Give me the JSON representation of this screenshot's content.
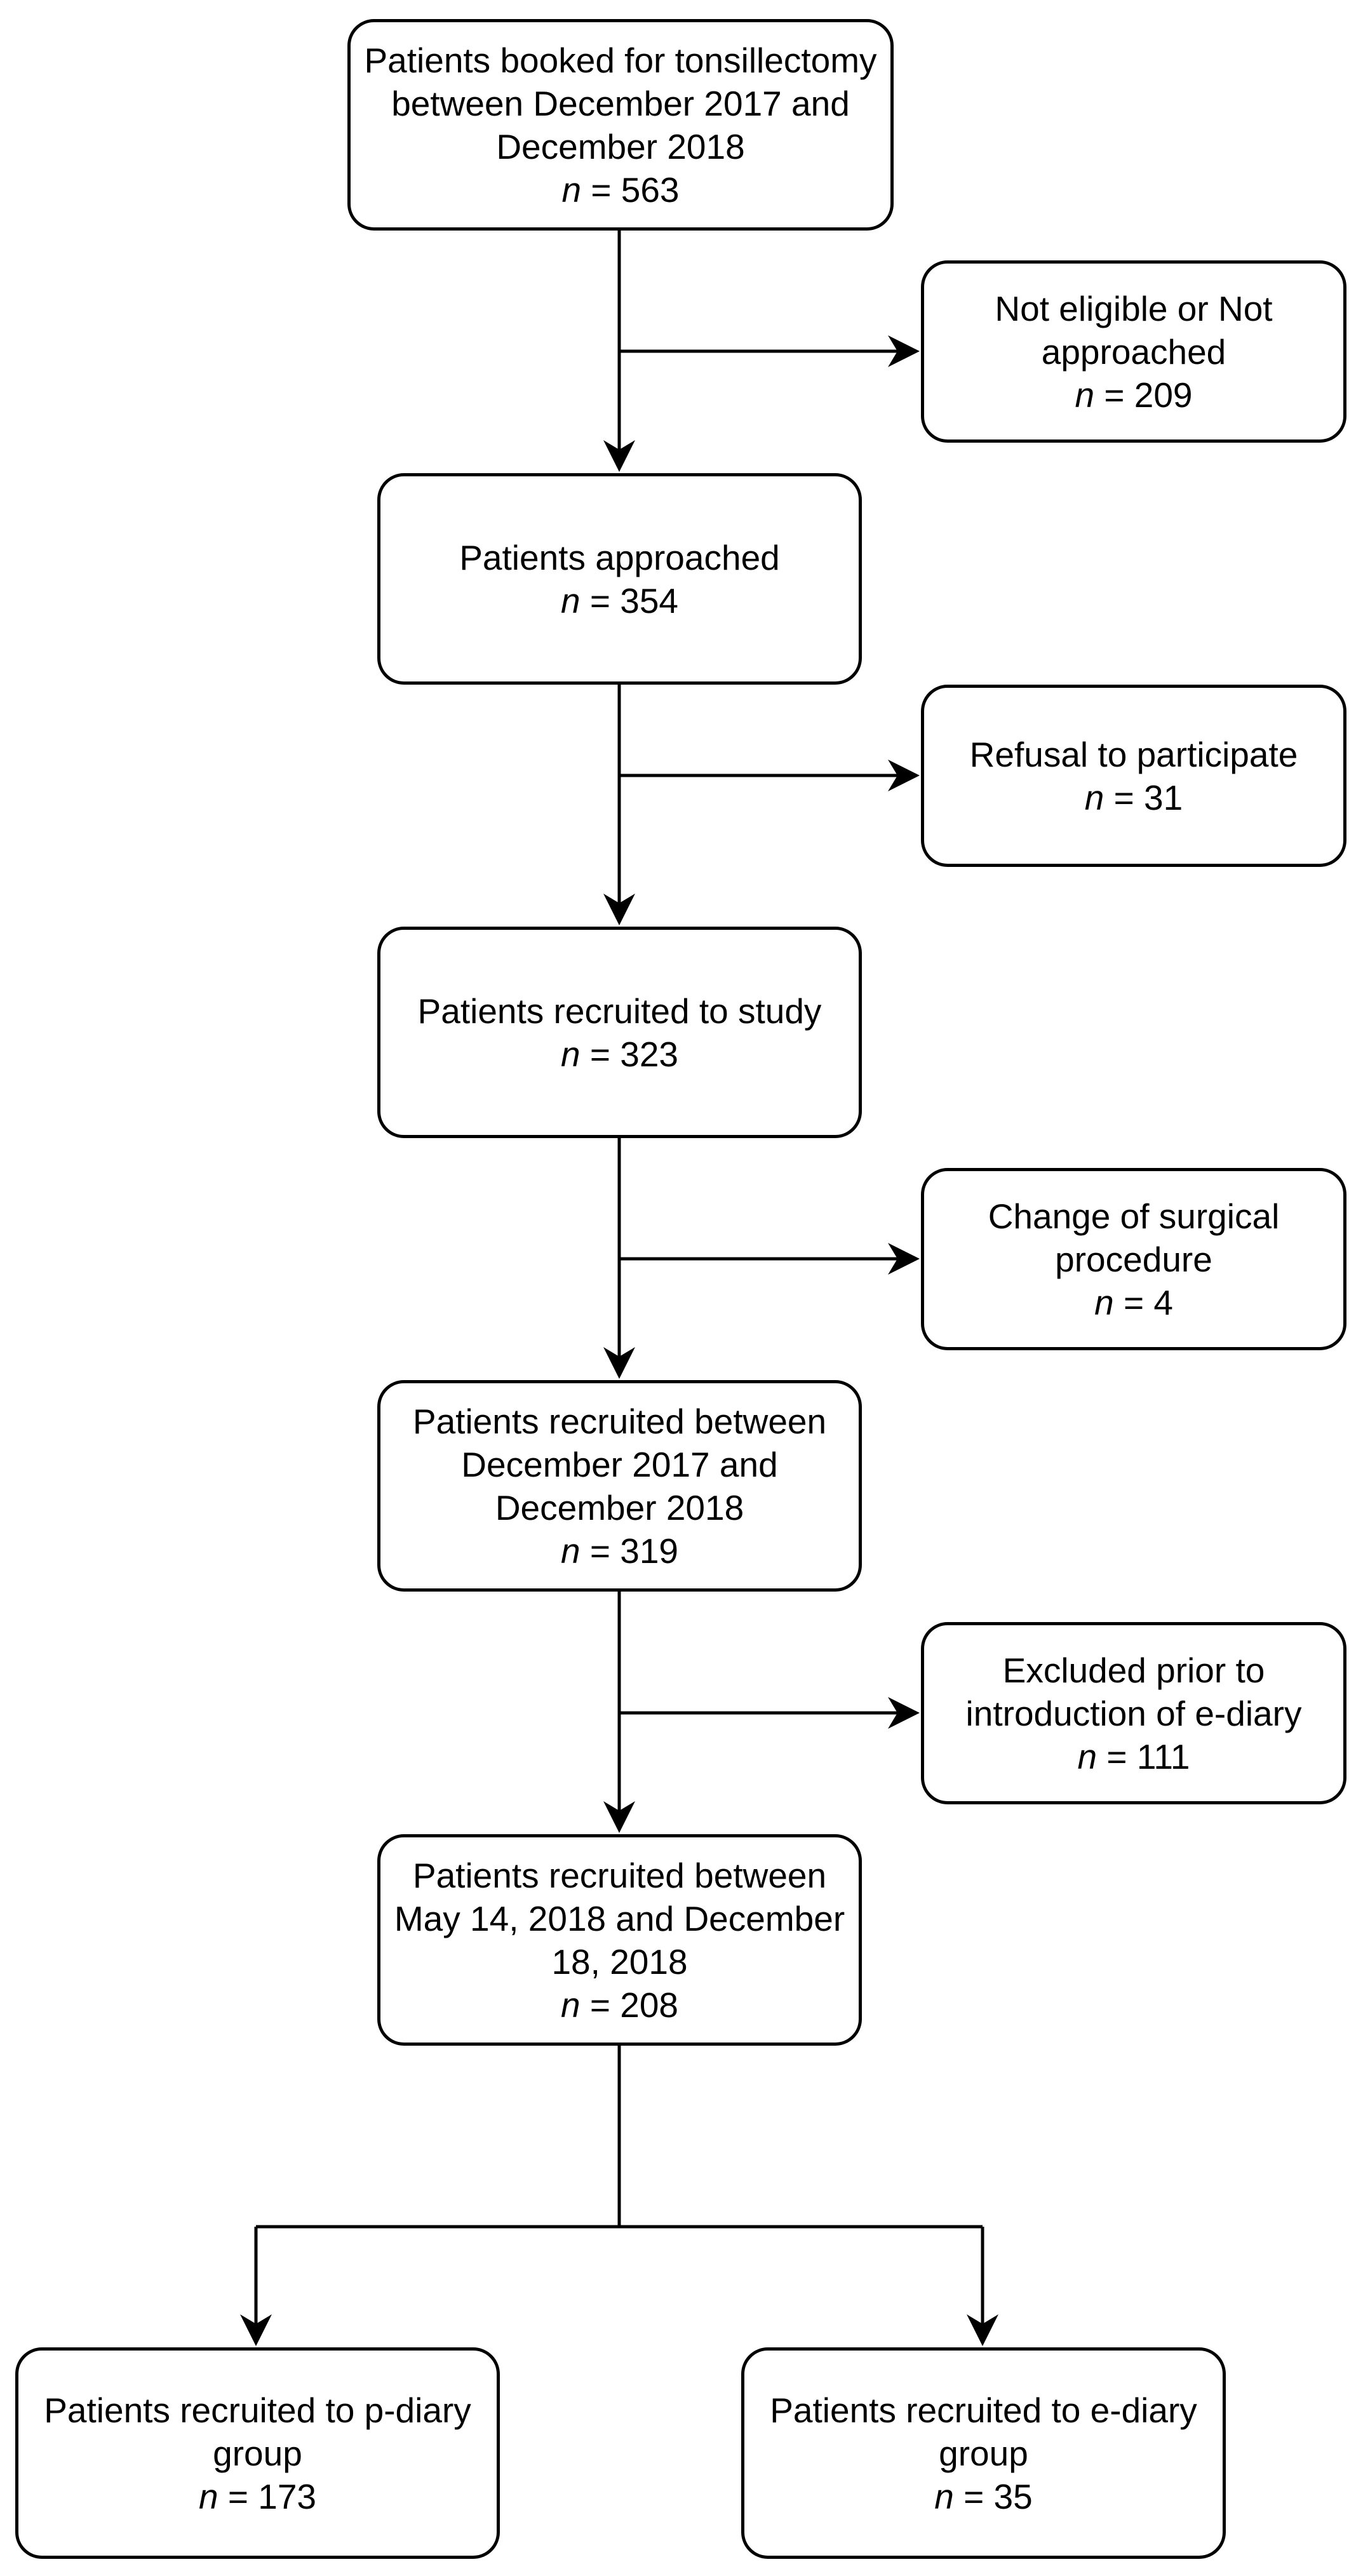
{
  "boxes": {
    "booked": {
      "lines": [
        "Patients booked for tonsillectomy",
        "between December 2017 and",
        "December 2018"
      ],
      "n_label": "n",
      "n_value": "= 563"
    },
    "not_eligible": {
      "lines": [
        "Not eligible or Not",
        "approached"
      ],
      "n_label": "n",
      "n_value": "= 209"
    },
    "approached": {
      "lines": [
        "Patients approached"
      ],
      "n_label": "n",
      "n_value": "= 354"
    },
    "refusal": {
      "lines": [
        "Refusal to participate"
      ],
      "n_label": "n",
      "n_value": "= 31"
    },
    "recruited": {
      "lines": [
        "Patients recruited to study"
      ],
      "n_label": "n",
      "n_value": "= 323"
    },
    "change_procedure": {
      "lines": [
        "Change of surgical",
        "procedure"
      ],
      "n_label": "n",
      "n_value": "= 4"
    },
    "recruited_period": {
      "lines": [
        "Patients recruited between",
        "December 2017 and",
        "December 2018"
      ],
      "n_label": "n",
      "n_value": "= 319"
    },
    "excluded_prior": {
      "lines": [
        "Excluded prior to",
        "introduction of e-diary"
      ],
      "n_label": "n",
      "n_value": "= 111"
    },
    "recruited_may": {
      "lines": [
        "Patients recruited between",
        "May 14, 2018 and December",
        "18, 2018"
      ],
      "n_label": "n",
      "n_value": "= 208"
    },
    "p_diary": {
      "lines": [
        "Patients recruited to p-diary",
        "group"
      ],
      "n_label": "n",
      "n_value": "= 173"
    },
    "e_diary": {
      "lines": [
        "Patients recruited to e-diary",
        "group"
      ],
      "n_label": "n",
      "n_value": "= 35"
    }
  }
}
